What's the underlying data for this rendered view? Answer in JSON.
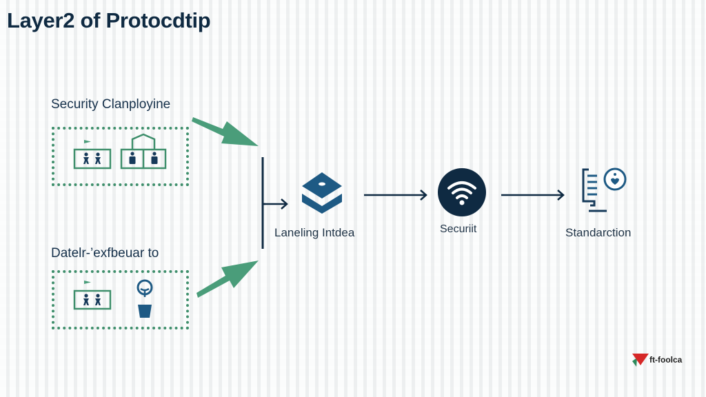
{
  "title": "Layer2 of Protocdtip",
  "groups": [
    {
      "label": "Security Clanployine",
      "icons": [
        "people-pair-icon",
        "building-people-icon"
      ]
    },
    {
      "label": "Datelr-’exfbeuar to",
      "icons": [
        "people-pair-icon",
        "lightbulb-icon"
      ]
    }
  ],
  "flow": [
    {
      "label": "Laneling Intdea",
      "icon": "layered-cube-icon"
    },
    {
      "label": "Securiit",
      "icon": "wifi-icon"
    },
    {
      "label": "Standarction",
      "icon": "document-monitor-icon"
    }
  ],
  "logo": {
    "text": "ft-foolca"
  },
  "colors": {
    "navy": "#0f2a42",
    "green": "#4a9d7a",
    "blue": "#1e5a84"
  }
}
